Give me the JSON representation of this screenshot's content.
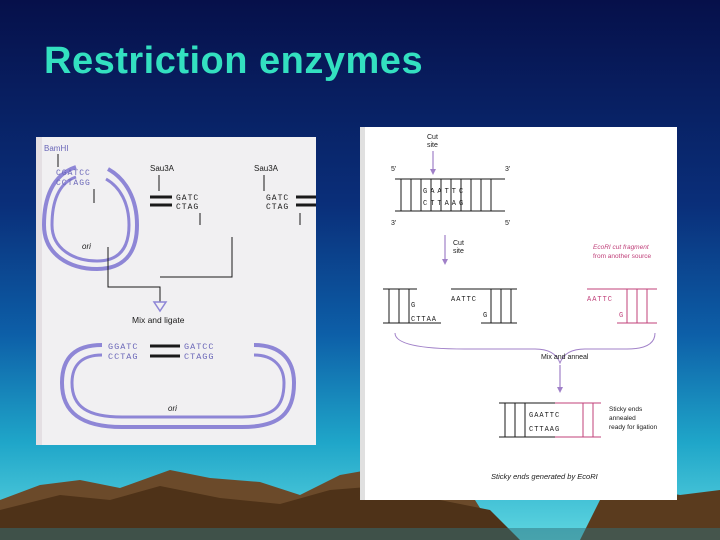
{
  "slide": {
    "title": "Restriction enzymes"
  },
  "left_figure": {
    "enzyme_bamhi": "BamHI",
    "enzyme_sau3a_1": "Sau3A",
    "enzyme_sau3a_2": "Sau3A",
    "plasmid_top_strand": "CGATCC",
    "plasmid_bottom_strand": "CCTAGG",
    "fragment1_top": "GATC",
    "fragment1_bottom": "CTAG",
    "fragment2_top": "GATC",
    "fragment2_bottom": "CTAG",
    "ori_label_1": "ori",
    "step_label": "Mix and ligate",
    "result_left_top": "GGATC",
    "result_left_bottom": "CCTAG",
    "result_right_top": "GATCC",
    "result_right_bottom": "CTAGG",
    "ori_label_2": "ori",
    "colors": {
      "plasmid": "#8e86d6",
      "dna": "#1a1a1a",
      "text": "#6a66b8"
    }
  },
  "right_figure": {
    "cut_site_label_top_1": "Cut",
    "cut_site_label_top_2": "site",
    "five_prime_top_left": "5'",
    "three_prime_top_right": "3'",
    "three_prime_bottom_left": "3'",
    "five_prime_bottom_right": "5'",
    "cut_site_label_mid_1": "Cut",
    "cut_site_label_mid_2": "site",
    "ecori_fragment_label_1": "EcoRI cut fragment",
    "ecori_fragment_label_2": "from another source",
    "top_strand_center": "GAATTC",
    "bottom_strand_center": "CTTAAG",
    "left_fragment_top_end": "G",
    "left_fragment_bottom_end": "CTTAA",
    "right_fragment_top_end": "AATTC",
    "right_fragment_bottom_end": "G",
    "pink_fragment_top_end": "AATTC",
    "pink_fragment_bottom_end": "G",
    "step_label": "Mix and anneal",
    "annealed_top": "GAATTC",
    "annealed_bottom": "CTTAAG",
    "annotation_1": "Sticky ends",
    "annotation_2": "annealed",
    "annotation_3": "ready for ligation",
    "caption": "Sticky ends generated by EcoRI",
    "colors": {
      "arrow": "#a080c8",
      "pink": "#c0407a",
      "dna": "#1a1a1a"
    }
  }
}
